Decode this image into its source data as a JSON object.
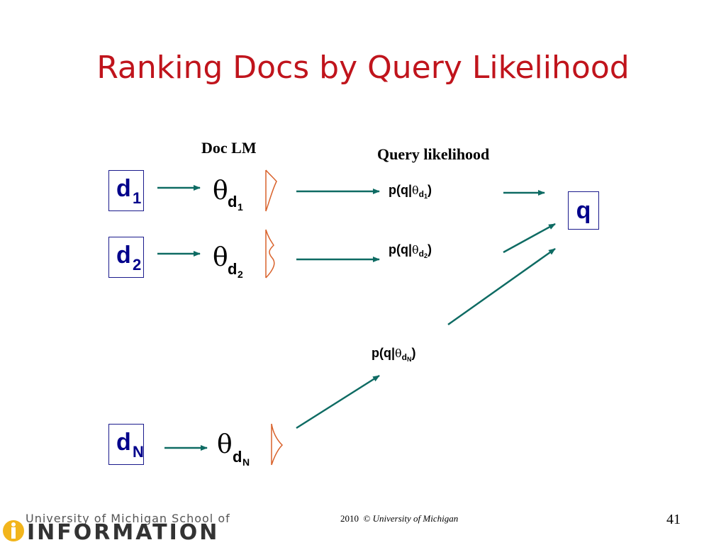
{
  "slide": {
    "title": "Ranking Docs by Query Likelihood",
    "header_doc_lm": "Doc LM",
    "header_query_likelihood": "Query likelihood"
  },
  "docs": [
    {
      "main": "d",
      "sub": "1"
    },
    {
      "main": "d",
      "sub": "2"
    },
    {
      "main": "d",
      "sub": "N"
    }
  ],
  "models": [
    {
      "theta": "θ",
      "sub": "d",
      "subsub": "1"
    },
    {
      "theta": "θ",
      "sub": "d",
      "subsub": "2"
    },
    {
      "theta": "θ",
      "sub": "d",
      "subsub": "N"
    }
  ],
  "likelihoods": [
    {
      "prefix": "p(q|",
      "theta": "θ",
      "sub": "d",
      "subsub": "1",
      "suffix": ")"
    },
    {
      "prefix": "p(q|",
      "theta": "θ",
      "sub": "d",
      "subsub": "2",
      "suffix": ")"
    },
    {
      "prefix": "p(q|",
      "theta": "θ",
      "sub": "d",
      "subsub": "N",
      "suffix": ")"
    }
  ],
  "query": "q",
  "footer": {
    "year": "2010",
    "copyright": "©",
    "org": "University of Michigan",
    "page": "41"
  },
  "logo": {
    "top": "University of Michigan School of",
    "main": "INFORMATION"
  },
  "colors": {
    "title": "#c0141c",
    "arrow": "#0e6b63",
    "doc_text": "#00008b",
    "distribution": "#d9622b"
  }
}
